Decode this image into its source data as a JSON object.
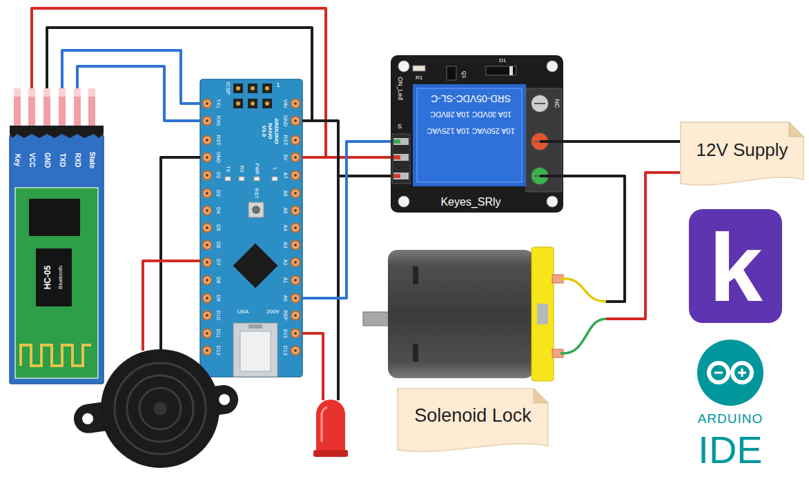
{
  "diagram": {
    "nodes": [
      {
        "text": [
          "Key",
          "VCC",
          "GND",
          "TXD",
          "RXD",
          "State",
          "HC-05",
          "Bluetooth"
        ]
      },
      {
        "text": [
          "ICSP",
          "1",
          "ARDUINO NANO V3.0",
          "TX1",
          "RX0",
          "RST",
          "GND",
          "D2",
          "D3",
          "D4",
          "D5",
          "D6",
          "D7",
          "D8",
          "D9",
          "D10",
          "D11",
          "D12",
          "VIN",
          "GND",
          "RST",
          "5V",
          "A7",
          "A6",
          "A5",
          "A4",
          "A3",
          "A2",
          "A1",
          "A0",
          "REF",
          "3V3",
          "D13",
          "TX",
          "RX",
          "PWR",
          "L",
          "RST",
          "USA",
          "2009"
        ]
      },
      {
        "text": [
          "ON_Led",
          "S",
          "R1",
          "Q1",
          "D1",
          "SRD-05VDC-SL-C",
          "10A 30VDC 10A 28VDC",
          "10A 250VAC 10A 125VAC",
          "NC",
          "Keyes_SRly"
        ]
      },
      {
        "text": [
          "12V Supply"
        ]
      },
      {
        "text": [
          "Solenoid Lock"
        ]
      }
    ],
    "edges": [
      {
        "from": 0,
        "to": 1,
        "arrow": "none"
      },
      {
        "from": 0,
        "to": 1,
        "arrow": "none"
      },
      {
        "from": 0,
        "to": 1,
        "arrow": "none"
      },
      {
        "from": 0,
        "to": 1,
        "arrow": "none"
      },
      {
        "from": 1,
        "to": 2,
        "arrow": "none"
      },
      {
        "from": 1,
        "to": 2,
        "arrow": "none"
      },
      {
        "from": 1,
        "to": 2,
        "arrow": "none"
      },
      {
        "from": 2,
        "to": 3,
        "arrow": "none"
      }
    ],
    "labels": [
      "k",
      "ARDUINO",
      "IDE"
    ]
  }
}
